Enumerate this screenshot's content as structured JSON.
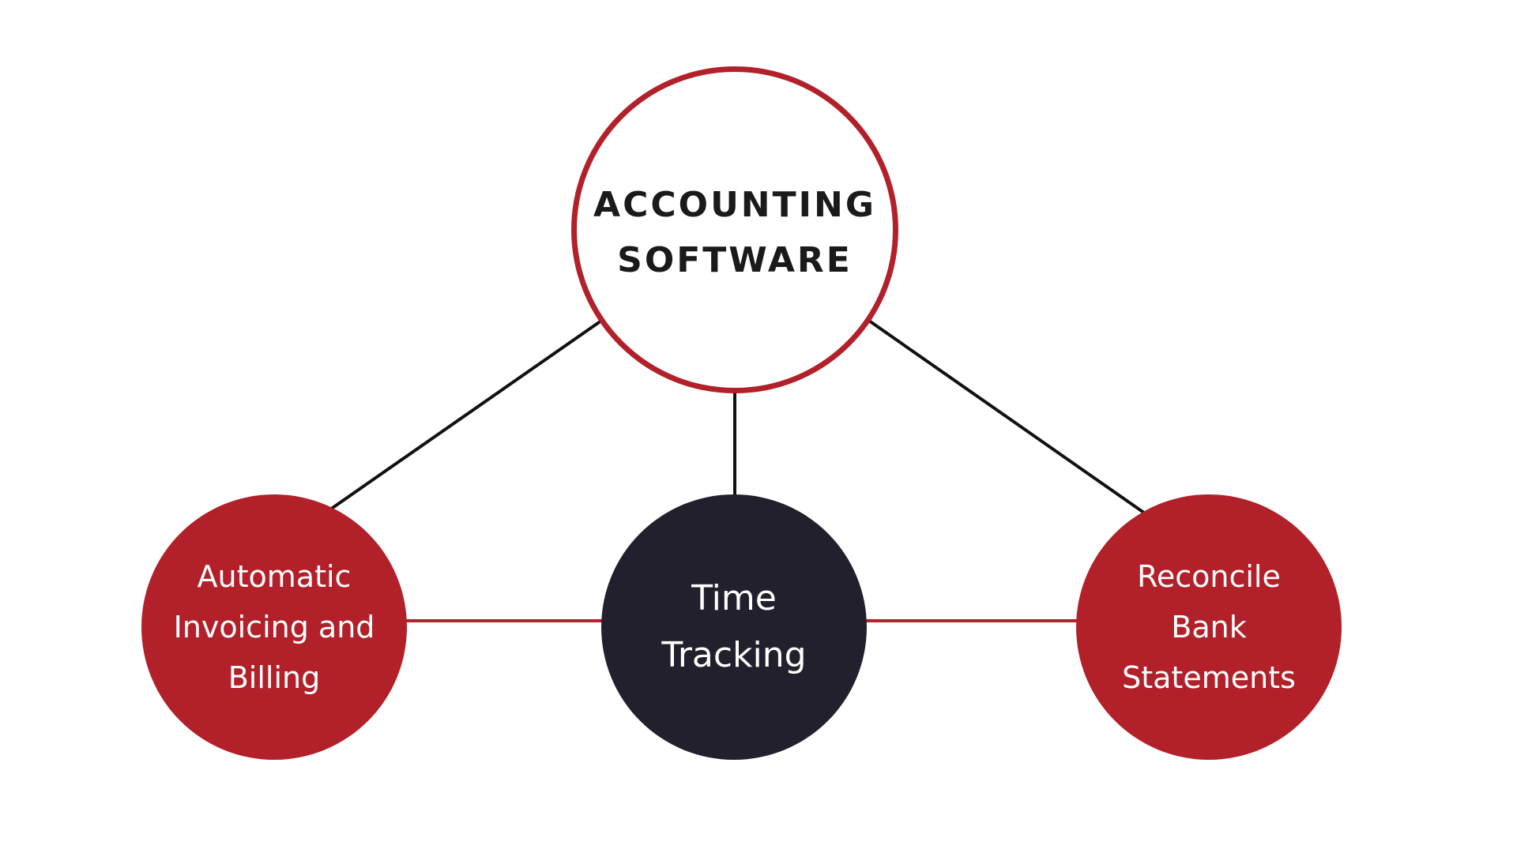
{
  "diagram": {
    "root": {
      "label_line1": "ACCOUNTING",
      "label_line2": "SOFTWARE",
      "border_color": "#b2202a"
    },
    "children": [
      {
        "id": "left",
        "line1": "Automatic",
        "line2": "Invoicing and",
        "line3": "Billing",
        "fill_color": "#b2202a"
      },
      {
        "id": "center",
        "line1": "Time",
        "line2": "Tracking",
        "fill_color": "#22202d"
      },
      {
        "id": "right",
        "line1": "Reconcile",
        "line2": "Bank",
        "line3": "Statements",
        "fill_color": "#b2202a"
      }
    ],
    "connector_colors": {
      "to_root": "#111111",
      "between_children": "#b2202a"
    }
  }
}
